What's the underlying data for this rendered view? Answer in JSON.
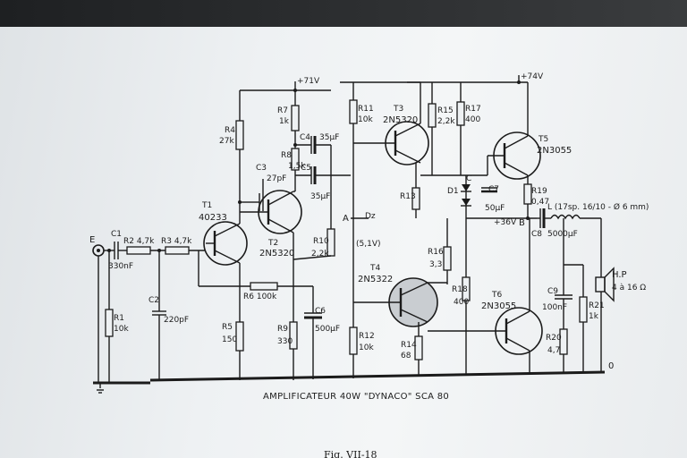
{
  "caption": "AMPLIFICATEUR 40W \"DYNACO\" SCA 80",
  "figure_label": "Fig. VII-18",
  "supply_labels": {
    "v71": "+71V",
    "v74": "+74V",
    "v36": "+36V"
  },
  "node_labels": {
    "E": "E",
    "A": "A",
    "B": "B",
    "C": "C",
    "zero": "0"
  },
  "output_label": "H.P",
  "output_spec": "4 à 16 Ω",
  "inductor_label": "L (17sp. 16/10 - Ø 6 mm)",
  "components": {
    "R1": "R1",
    "R1v": "10k",
    "C1": "C1",
    "C1v": "330nF",
    "R2": "R2 4,7k",
    "R3": "R3 4,7k",
    "C2": "C2",
    "C2v": "220pF",
    "R4": "R4",
    "R4v": "27k",
    "R5": "R5",
    "R5v": "150",
    "R6": "R6 100k",
    "R7": "R7",
    "R7v": "1k",
    "R8": "R8",
    "R8v": "1,5k",
    "R9": "R9",
    "R9v": "330",
    "R10": "R10",
    "R10v": "2,2k",
    "C3": "C3",
    "C3v": "27pF",
    "C4": "C4",
    "C4v": "35µF",
    "C5": "C5",
    "C5v": "35µF",
    "C6": "C6",
    "C6v": "500µF",
    "T1": "T1",
    "T1v": "40233",
    "T2": "T2",
    "T2v": "2N5320",
    "R11": "R11",
    "R11v": "10k",
    "R12": "R12",
    "R12v": "10k",
    "R13": "R13",
    "R14": "R14",
    "R14v": "68",
    "R15": "R15",
    "R15v": "2,2k",
    "R16": "R16",
    "R16v": "3,3",
    "R17": "R17",
    "R17v": "400",
    "R18": "R18",
    "R18v": "400",
    "R19": "R19",
    "R19v": "0,47",
    "R20": "R20",
    "R20v": "4,7",
    "R21": "R21",
    "R21v": "1k",
    "T3": "T3",
    "T3v": "2N5320",
    "T4": "T4",
    "T4v": "2N5322",
    "T5": "T5",
    "T5v": "2N3055",
    "T6": "T6",
    "T6v": "2N3055",
    "D1": "D1",
    "DZ": "(5,1V)",
    "C7": "C7",
    "C7v": "50µF",
    "C8": "C8",
    "C8v": "5000µF",
    "C9": "C9",
    "C9v": "100nF"
  }
}
